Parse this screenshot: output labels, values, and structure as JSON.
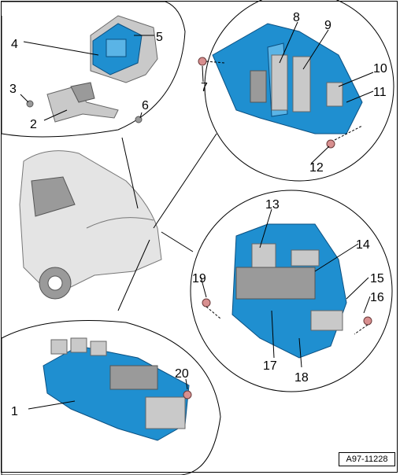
{
  "callouts": [
    "1",
    "2",
    "3",
    "4",
    "5",
    "6",
    "7",
    "8",
    "9",
    "10",
    "11",
    "12",
    "13",
    "14",
    "15",
    "16",
    "17",
    "18",
    "19",
    "20"
  ],
  "reference": "A97-11228",
  "colors": {
    "part_highlight": "#1f8fd0",
    "part_outline": "#0a4f80",
    "background": "#ffffff"
  }
}
